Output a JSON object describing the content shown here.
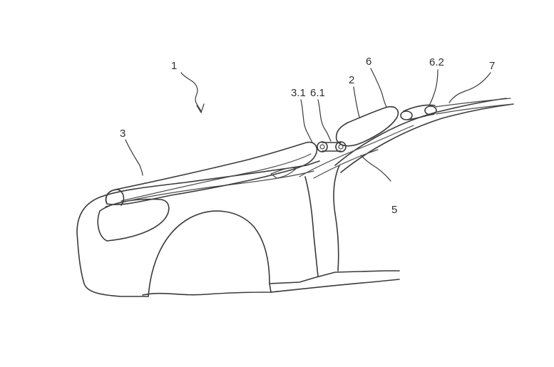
{
  "labels": {
    "device": "1",
    "airbag_front": "3",
    "joint_front": "3.1",
    "connector_front": "6.1",
    "airbag_middle": "2",
    "connector_module": "6",
    "connector_rear": "6.2",
    "roof_frame": "7",
    "pillar": "5"
  }
}
